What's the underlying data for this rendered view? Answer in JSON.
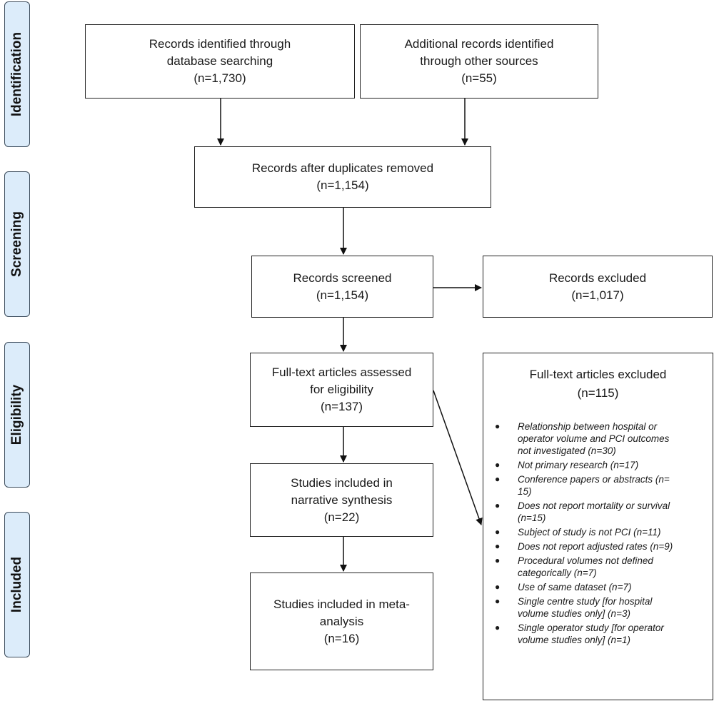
{
  "stages": {
    "identification": "Identification",
    "screening": "Screening",
    "eligibility": "Eligibility",
    "included": "Included"
  },
  "boxes": {
    "database": {
      "line1": "Records identified through",
      "line2": "database searching",
      "count": "(n=1,730)"
    },
    "other_sources": {
      "line1": "Additional records identified",
      "line2": "through other sources",
      "count": "(n=55)"
    },
    "duplicates_removed": {
      "line1": "Records after duplicates removed",
      "count": "(n=1,154)"
    },
    "screened": {
      "line1": "Records screened",
      "count": "(n=1,154)"
    },
    "excluded": {
      "line1": "Records excluded",
      "count": "(n=1,017)"
    },
    "full_text": {
      "line1": "Full-text articles assessed",
      "line2": "for eligibility",
      "count": "(n=137)"
    },
    "narrative": {
      "line1": "Studies included in",
      "line2": "narrative synthesis",
      "count": "(n=22)"
    },
    "meta": {
      "line1": "Studies included in meta-",
      "line2": "analysis",
      "count": "(n=16)"
    }
  },
  "full_text_excluded": {
    "title": "Full-text articles excluded",
    "count": "(n=115)",
    "reasons": [
      [
        "Relationship between hospital or",
        "operator volume and PCI outcomes",
        "not investigated (n=30)"
      ],
      [
        "Not primary research (n=17)"
      ],
      [
        "Conference papers or abstracts (n=",
        "15)"
      ],
      [
        "Does not report mortality or survival",
        "(n=15)"
      ],
      [
        "Subject of study is not PCI (n=11)"
      ],
      [
        "Does not report adjusted rates (n=9)"
      ],
      [
        "Procedural volumes not defined",
        "categorically (n=7)"
      ],
      [
        "Use of same dataset (n=7)"
      ],
      [
        "Single centre study [for hospital",
        "volume studies only]  (n=3)"
      ],
      [
        "Single operator study [for operator",
        "volume studies only]  (n=1)"
      ]
    ]
  }
}
